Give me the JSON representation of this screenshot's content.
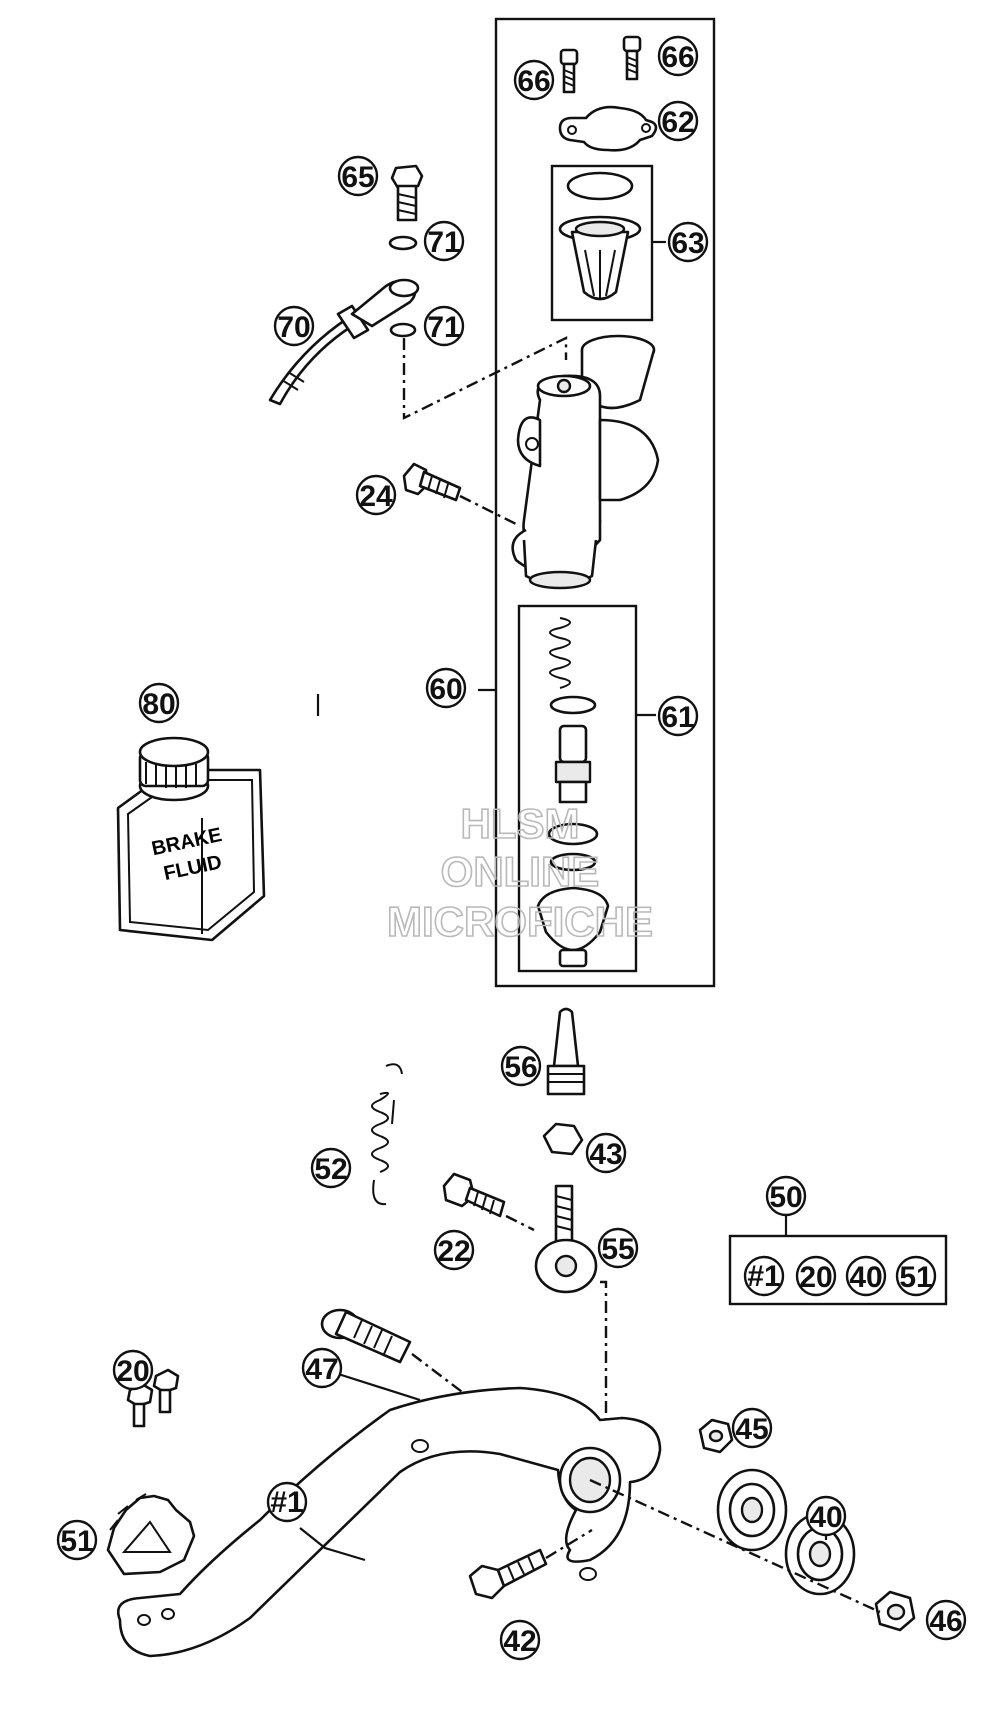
{
  "watermark": {
    "line1": "HLSM",
    "line2": "ONLINE",
    "line3": "MICROFICHE"
  },
  "can_label": {
    "line1": "BRAKE",
    "line2": "FLUID"
  },
  "callouts": {
    "c66a": "66",
    "c66b": "66",
    "c62": "62",
    "c65": "65",
    "c71a": "71",
    "c71b": "71",
    "c63": "63",
    "c70": "70",
    "c24": "24",
    "c80": "80",
    "c60": "60",
    "c61": "61",
    "c56": "56",
    "c43": "43",
    "c52": "52",
    "c50": "50",
    "c22": "22",
    "c55": "55",
    "k1": "#1",
    "k20": "20",
    "k40": "40",
    "k51": "51",
    "c20": "20",
    "c47": "47",
    "c45": "45",
    "c1": "#1",
    "c51": "51",
    "c40": "40",
    "c42": "42",
    "c46": "46"
  },
  "colors": {
    "ink": "#111111",
    "watermark": "#b9b9b9",
    "background": "#ffffff"
  }
}
